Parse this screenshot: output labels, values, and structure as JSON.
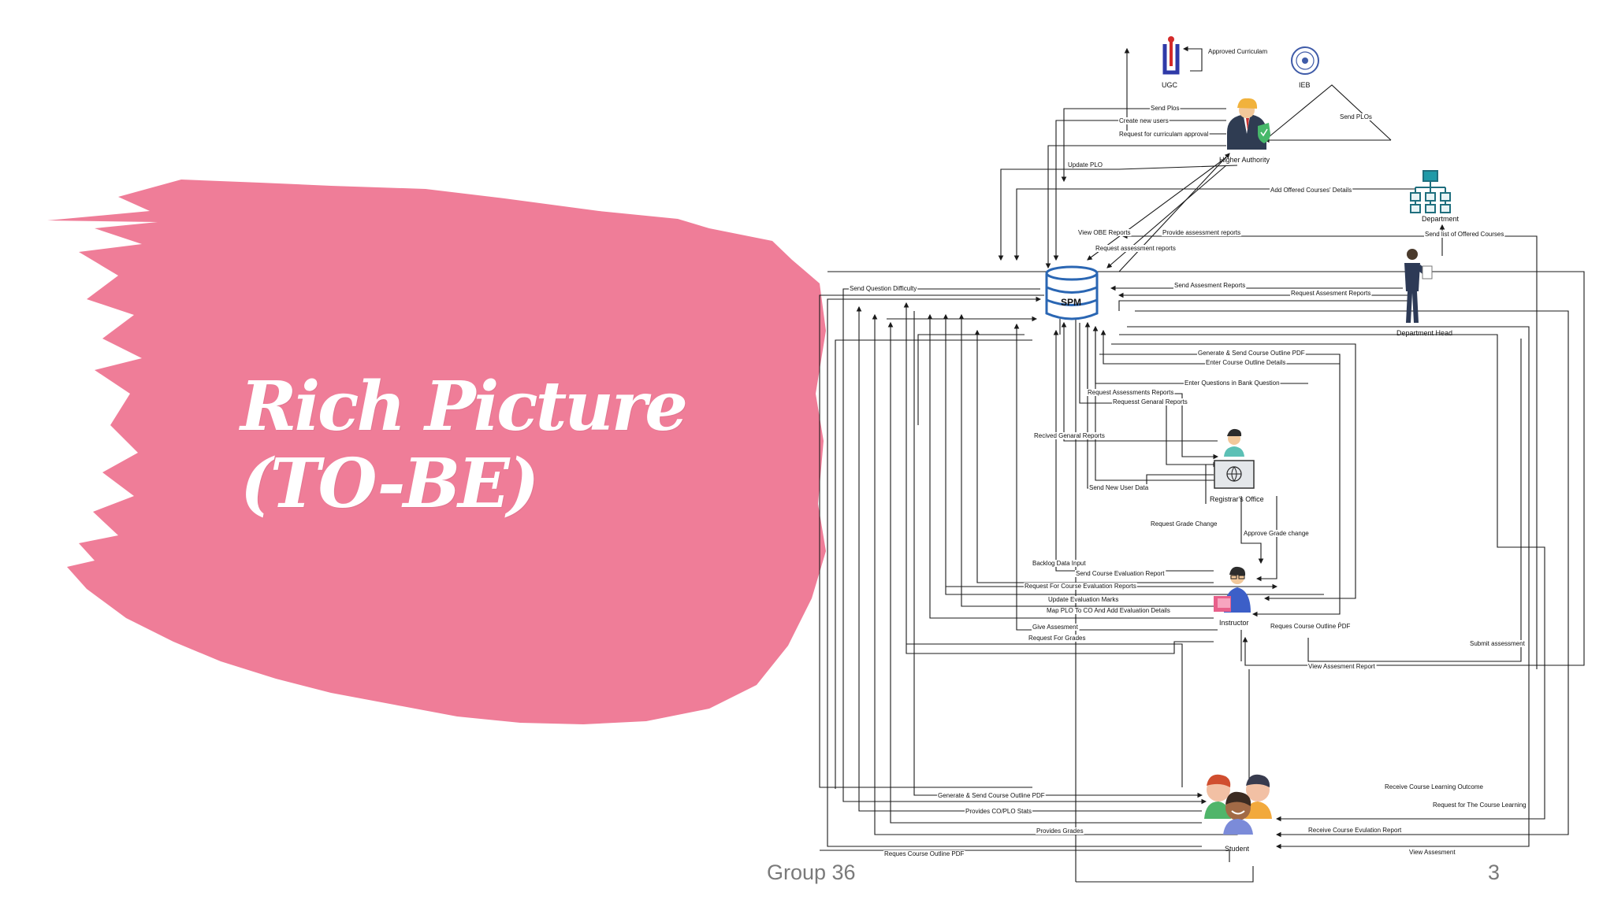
{
  "slide": {
    "title_line1": "Rich Picture",
    "title_line2": "(TO-BE)",
    "footer": "Group 36",
    "page_number": "3"
  },
  "colors": {
    "splash": "#ef7d98",
    "title": "#ffffff",
    "line": "#1a1a1a"
  },
  "actors": {
    "ugc": "UGC",
    "ieb": "IEB",
    "higher_authority": "Higher Authority",
    "department": "Department",
    "department_head": "Department Head",
    "spm": "SPM",
    "registrar": "Registrar's Office",
    "instructor": "Instructor",
    "student": "Student"
  },
  "flows": {
    "approved_curriculum": "Approved Curriculam",
    "send_plos": "Send Plos",
    "create_new_users": "Create new users",
    "request_curriculum_approval": "Request for curriculam approval",
    "update_plo": "Update PLO",
    "ieb_send_plos": "Send PLOs",
    "add_offered_courses": "Add Offered Courses' Details",
    "view_obe_reports": "View OBE Reports",
    "request_assessment_reports_ha": "Request assessment reports",
    "provide_assessment_reports": "Provide assessment reports",
    "send_list_offered_courses": "Send list of Offered Courses",
    "send_question_difficulty": "Send Question Difficulty",
    "send_assessment_reports": "Send Assesment Reports",
    "request_assessment_reports_dh": "Request Assesment Reports",
    "generate_send_outline_pdf": "Generate & Send Course Outline PDF",
    "enter_course_outline": "Enter Course Outline Details",
    "enter_questions_bank": "Enter Questions in Bank Question",
    "request_assessments_reports": "Request Assessments Reports",
    "request_general_reports": "Requesst  Genaral Reports",
    "received_general_reports": "Recived Genaral Reports",
    "send_new_user_data": "Send New User Data",
    "request_grade_change": "Request Grade Change",
    "approve_grade_change": "Approve Grade change",
    "backlog_data_input": "Backlog Data Input",
    "send_course_evaluation_report": "Send Course Evaluation Report",
    "request_course_evaluation_reports": "Request For Course Evaluation Reports",
    "update_evaluation_marks": "Update Evaluation Marks",
    "map_plo_to_co": "Map PLO To CO And Add Evaluation Details",
    "give_assessment": "Give Assesment",
    "request_for_grades": "Request For Grades",
    "request_course_outline_pdf_instr": "Reques Course Outline PDF",
    "submit_assessment": "Submit assessment",
    "view_assessment_report": "View Assesment Report",
    "receive_course_learning_outcome": "Receive Course Learning Outcome",
    "student_generate_send_outline": "Generate & Send Course Outline PDF",
    "request_course_learning": "Request for The Course Learning",
    "provides_co_plo_stats": "Provides CO/PLO Stats",
    "provides_grades": "Provides Grades",
    "receive_course_evaluation_report": "Receive Course Evulation Report",
    "request_course_outline_pdf_student": "Reques Course Outline PDF",
    "view_assessment": "View Assesment"
  }
}
